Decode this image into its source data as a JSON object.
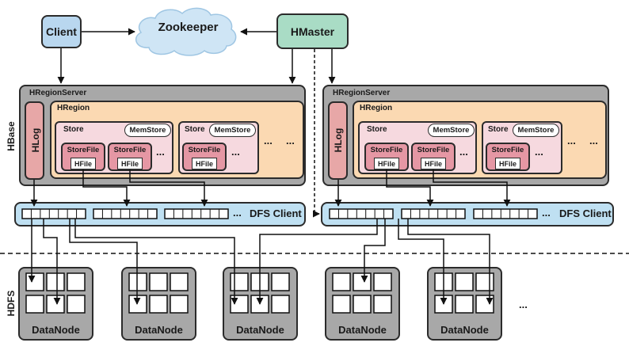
{
  "client_label": "Client",
  "zookeeper_label": "Zookeeper",
  "hmaster_label": "HMaster",
  "hbase_label": "HBase",
  "hdfs_label": "HDFS",
  "hregionserver_label": "HRegionServer",
  "hlog_label": "HLog",
  "hregion_label": "HRegion",
  "store_label": "Store",
  "memstore_label": "MemStore",
  "storefile_label": "StoreFile",
  "hfile_label": "HFile",
  "ellipsis": "...",
  "dfs_client_label": "DFS Client",
  "datanode_label": "DataNode"
}
